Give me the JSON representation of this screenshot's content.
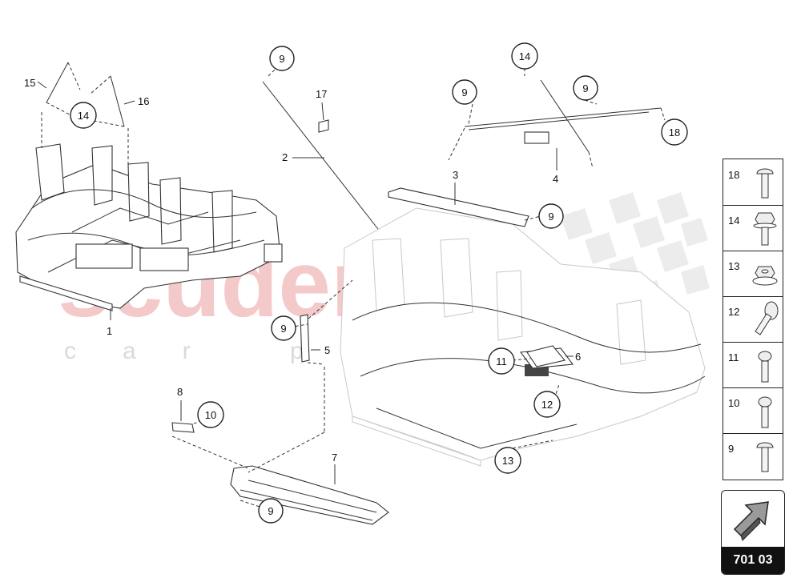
{
  "watermark": {
    "brand": "scuderia",
    "tagline": "car parts"
  },
  "callouts": [
    {
      "id": "c1",
      "label": "1"
    },
    {
      "id": "c2",
      "label": "2"
    },
    {
      "id": "c3",
      "label": "3"
    },
    {
      "id": "c4",
      "label": "4"
    },
    {
      "id": "c5",
      "label": "5"
    },
    {
      "id": "c6",
      "label": "6"
    },
    {
      "id": "c7",
      "label": "7"
    },
    {
      "id": "c8",
      "label": "8"
    },
    {
      "id": "c15",
      "label": "15"
    },
    {
      "id": "c16",
      "label": "16"
    },
    {
      "id": "c17",
      "label": "17"
    }
  ],
  "bubbles": [
    {
      "id": "b9a",
      "label": "9"
    },
    {
      "id": "b9b",
      "label": "9"
    },
    {
      "id": "b9c",
      "label": "9"
    },
    {
      "id": "b9d",
      "label": "9"
    },
    {
      "id": "b9e",
      "label": "9"
    },
    {
      "id": "b9f",
      "label": "9"
    },
    {
      "id": "b10",
      "label": "10"
    },
    {
      "id": "b11",
      "label": "11"
    },
    {
      "id": "b12",
      "label": "12"
    },
    {
      "id": "b13",
      "label": "13"
    },
    {
      "id": "b14a",
      "label": "14"
    },
    {
      "id": "b14b",
      "label": "14"
    },
    {
      "id": "b18",
      "label": "18"
    }
  ],
  "legend": [
    {
      "label": "18",
      "icon": "flat-head-bolt-icon"
    },
    {
      "label": "14",
      "icon": "hex-flange-bolt-icon"
    },
    {
      "label": "13",
      "icon": "flange-nut-icon"
    },
    {
      "label": "12",
      "icon": "rivet-icon"
    },
    {
      "label": "11",
      "icon": "hex-socket-bolt-icon"
    },
    {
      "label": "10",
      "icon": "hex-socket-bolt-icon"
    },
    {
      "label": "9",
      "icon": "flat-head-bolt-icon"
    }
  ],
  "page_ref": "701 03"
}
